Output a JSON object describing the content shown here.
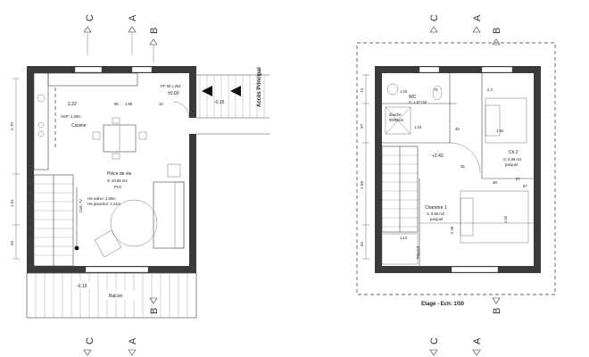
{
  "axes": {
    "C": "C",
    "A": "A",
    "B": "B"
  },
  "ground": {
    "entrance": "Accès Principal",
    "entrance_level": "-0.15",
    "door_label": "PF 90 x 204",
    "door_level": "±0.00",
    "kitchen_code": "2.22",
    "kitchen_hsp": "HSP: 2,35m",
    "kitchen_name": "Cuisine",
    "kitchen_small": "65",
    "kitchen_dim2": "1.65",
    "kitchen_dim3": "18",
    "living_name": "Pièce de vie",
    "living_area": "S: 20,99 m2",
    "living_floor": "PVC",
    "living_hs1": "HS solive: 2,60m",
    "living_hs2": "HS plancher: 2,41m",
    "closet": "Coin TV",
    "balcony": "Balcon",
    "balcony_level": "-0.15",
    "left_dims": [
      "2.70",
      "1.51",
      "93"
    ]
  },
  "upper": {
    "wc_name": "WC",
    "wc_area": "S: 1,67 m2",
    "bath_dim": "1.15",
    "bath_small": "75",
    "shower": "douche",
    "shower_size": "90/90cm",
    "shower_small": "1.15",
    "shower_dim": "45",
    "top_dim": "2.3",
    "level": "+2.43",
    "level_small": "45",
    "room2_name": "Ch.2",
    "room2_area": "S: 6,89 m2",
    "room2_floor": "parquet",
    "room2_dim": "1.92",
    "room1_name": "Chambre 1",
    "room1_area": "S: 8,55 m2",
    "room1_floor": "parquet",
    "room1_dim1": "2.49",
    "room1_dim2": "1.54",
    "room1_dim3": "67",
    "stair_dim": "1.12",
    "stair_label": "Placard",
    "small_dims": [
      "48",
      "67"
    ],
    "left_dims": [
      "74",
      "97",
      "2.59",
      "93"
    ],
    "scale_label": "Etage - Ech: 1/50"
  }
}
